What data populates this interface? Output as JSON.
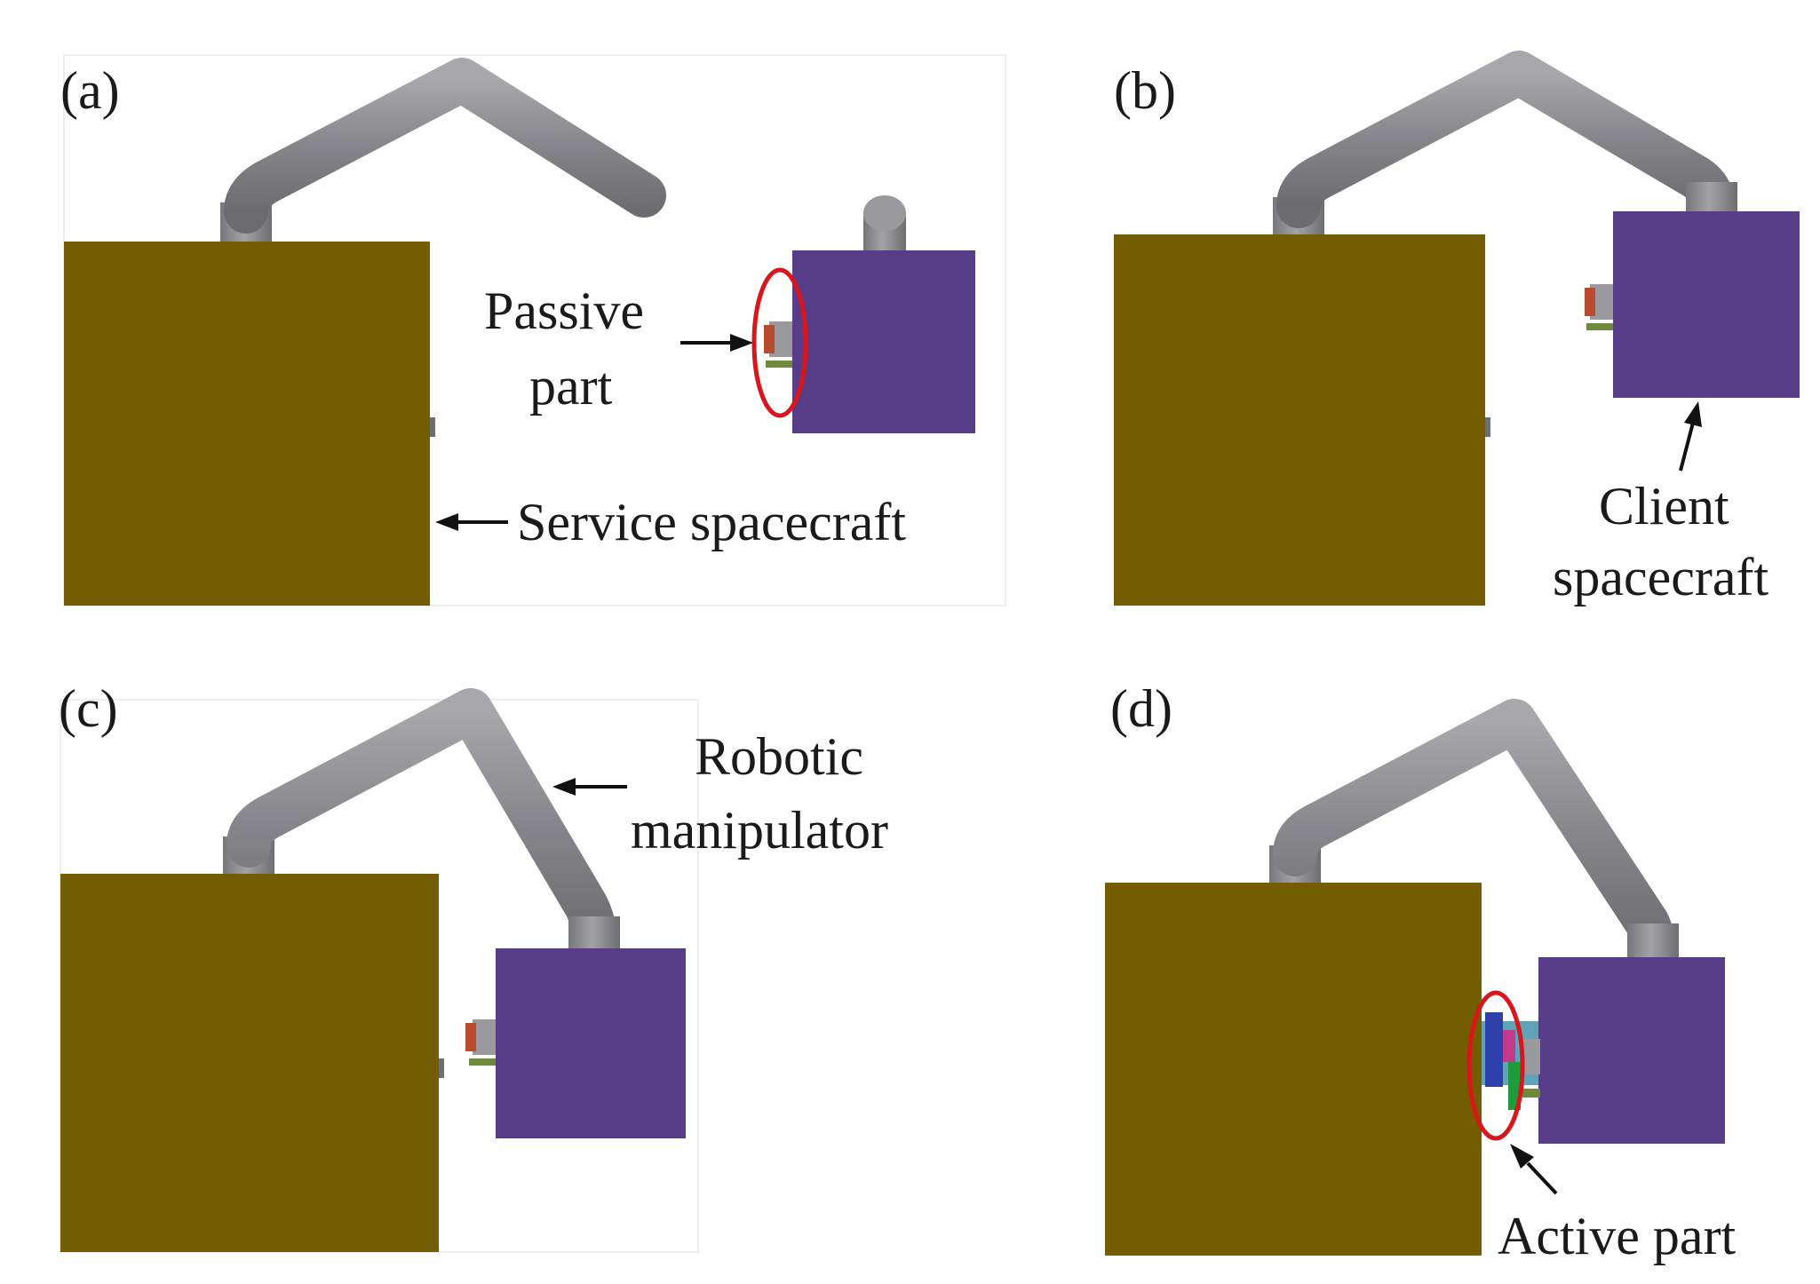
{
  "panels": [
    {
      "id": "a",
      "label": "(a)"
    },
    {
      "id": "b",
      "label": "(b)"
    },
    {
      "id": "c",
      "label": "(c)"
    },
    {
      "id": "d",
      "label": "(d)"
    }
  ],
  "annotations": {
    "passive_part_line1": "Passive",
    "passive_part_line2": "part",
    "service_spacecraft": "Service spacecraft",
    "client_spacecraft_line1": "Client",
    "client_spacecraft_line2": "spacecraft",
    "robotic_manipulator_line1": "Robotic",
    "robotic_manipulator_line2": "manipulator",
    "active_part": "Active part"
  },
  "colors": {
    "service_spacecraft": "#745c00",
    "client_spacecraft": "#573c88",
    "manipulator": "#8a8a8e",
    "highlight_ellipse": "#d8161b"
  }
}
